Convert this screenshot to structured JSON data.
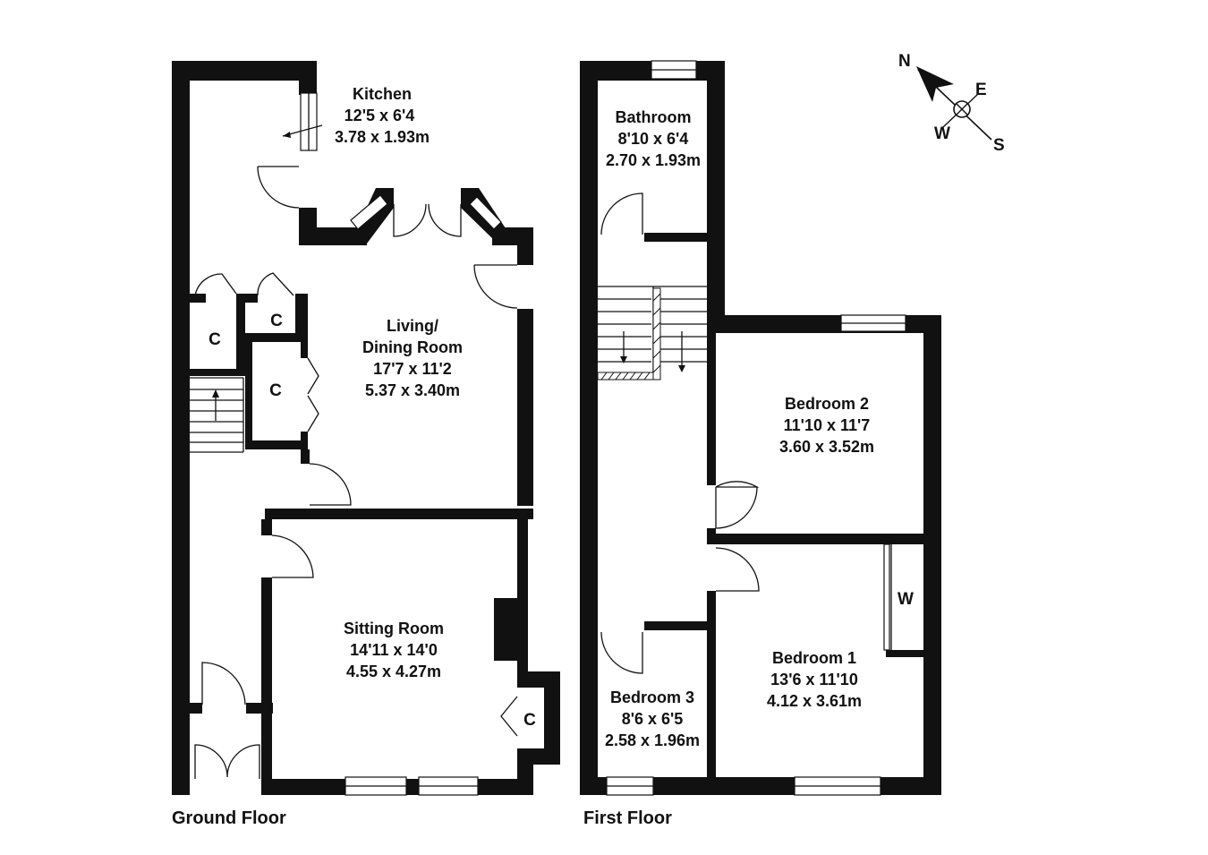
{
  "floors": [
    {
      "id": "ground",
      "label": "Ground Floor"
    },
    {
      "id": "first",
      "label": "First Floor"
    }
  ],
  "rooms": {
    "kitchen": {
      "name": "Kitchen",
      "imperial": "12'5 x 6'4",
      "metric": "3.78 x 1.93m"
    },
    "living": {
      "name_line1": "Living/",
      "name_line2": "Dining Room",
      "imperial": "17'7 x 11'2",
      "metric": "5.37 x 3.40m"
    },
    "sitting": {
      "name": "Sitting Room",
      "imperial": "14'11 x 14'0",
      "metric": "4.55 x 4.27m"
    },
    "bathroom": {
      "name": "Bathroom",
      "imperial": "8'10 x 6'4",
      "metric": "2.70 x 1.93m"
    },
    "bedroom2": {
      "name": "Bedroom 2",
      "imperial": "11'10 x 11'7",
      "metric": "3.60 x 3.52m"
    },
    "bedroom1": {
      "name": "Bedroom 1",
      "imperial": "13'6 x 11'10",
      "metric": "4.12 x 3.61m"
    },
    "bedroom3": {
      "name": "Bedroom 3",
      "imperial": "8'6 x 6'5",
      "metric": "2.58 x 1.96m"
    }
  },
  "cupboards": {
    "cupboard": "C",
    "wardrobe": "W"
  },
  "compass": {
    "n": "N",
    "e": "E",
    "s": "S",
    "w": "W"
  }
}
